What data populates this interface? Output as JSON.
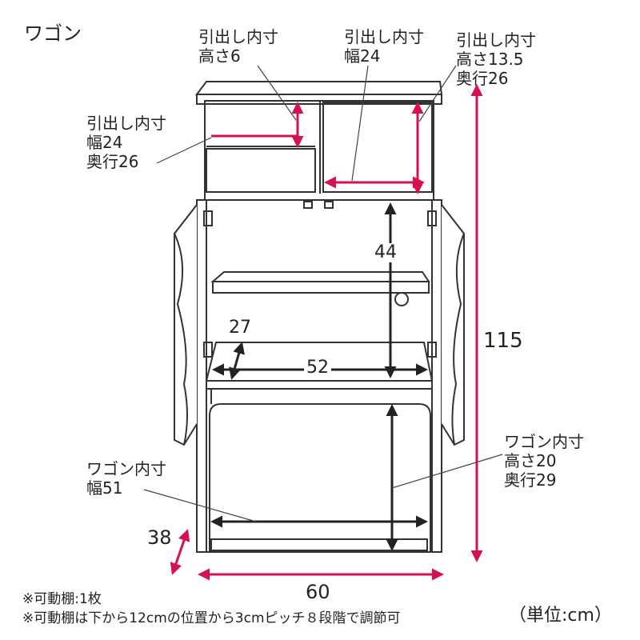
{
  "title": "ワゴン",
  "callouts": {
    "drawer_height": [
      "引出し内寸",
      "高さ6"
    ],
    "drawer_width_top": [
      "引出し内寸",
      "幅24"
    ],
    "drawer_right": [
      "引出し内寸",
      "高さ13.5",
      "奥行26"
    ],
    "drawer_left": [
      "引出し内寸",
      "幅24",
      "奥行26"
    ],
    "wagon_right": [
      "ワゴン内寸",
      "高さ20",
      "奥行29"
    ],
    "wagon_left": [
      "ワゴン内寸",
      "幅51"
    ]
  },
  "dimensions": {
    "shelf_height": "44",
    "total_height": "115",
    "shelf_depth": "27",
    "inner_width": "52",
    "depth": "38",
    "width": "60"
  },
  "notes": {
    "line1": "※可動棚:1枚",
    "line2": "※可動棚は下から12cmの位置から3cmピッチ８段階で調節可",
    "unit": "（単位:cm）"
  },
  "colors": {
    "accent": "#d6114f",
    "line": "#333333"
  }
}
